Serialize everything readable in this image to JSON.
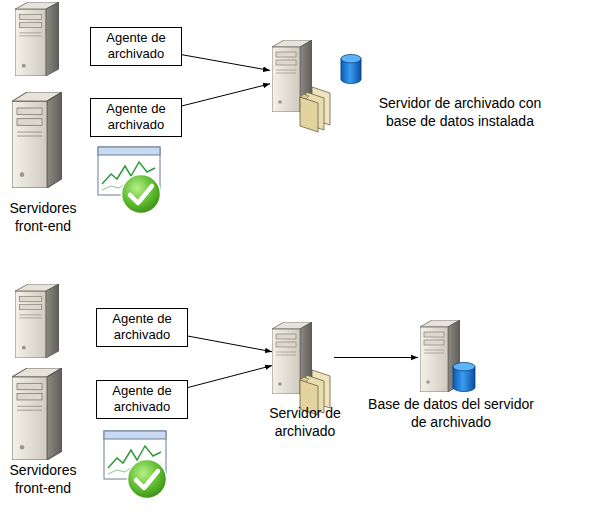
{
  "diagram": {
    "nodes": [
      {
        "text": [
          "Agente de archivado"
        ]
      },
      {
        "text": [
          "Agente de archivado"
        ]
      },
      {
        "text": [
          "Servidor de archivado con base de datos instalada"
        ]
      },
      {
        "text": [
          "Agente de archivado"
        ]
      },
      {
        "text": [
          "Agente de archivado"
        ]
      },
      {
        "text": [
          "Servidor de archivado"
        ]
      },
      {
        "text": [
          "Base de datos del servidor de archivado"
        ]
      }
    ],
    "edges": [
      {
        "from": 0,
        "to": 2,
        "arrow": "to"
      },
      {
        "from": 1,
        "to": 2,
        "arrow": "to"
      },
      {
        "from": 3,
        "to": 5,
        "arrow": "to"
      },
      {
        "from": 4,
        "to": 5,
        "arrow": "to"
      },
      {
        "from": 5,
        "to": 6,
        "arrow": "to"
      }
    ],
    "labels": [
      "Servidores front-end",
      "Servidores front-end"
    ]
  }
}
